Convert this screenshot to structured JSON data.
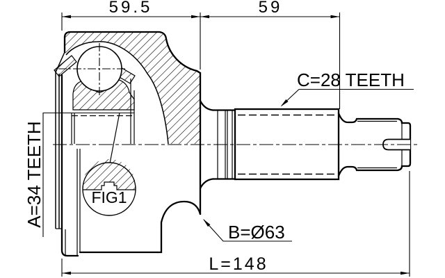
{
  "labels": {
    "dim_top_left": "59.5",
    "dim_top_right": "59",
    "outer_spline": "C=28 TEETH",
    "inner_spline": "A=34 TEETH",
    "outer_diameter": "B=Ø63",
    "overall_length": "L=148",
    "detail_figure": "FIG1"
  },
  "colors": {
    "ink": "#000000",
    "paper": "#ffffff"
  }
}
